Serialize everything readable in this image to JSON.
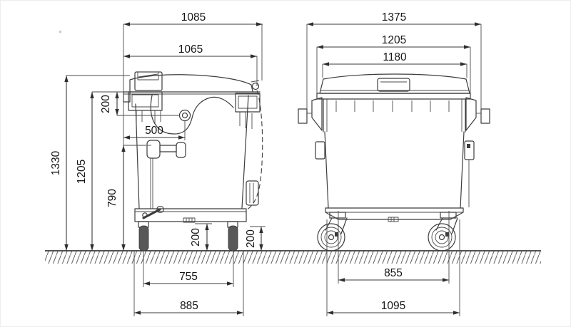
{
  "drawing": {
    "subject": "four-wheeled waste container, dimensioned two-view technical drawing",
    "units_implied": "mm",
    "side_view": {
      "dims": {
        "overall_width": "1085",
        "rim_width": "1065",
        "lid_to_pivot": "200",
        "pivot_offset": "500",
        "overall_height": "1330",
        "rim_height": "1205",
        "handle_height": "790",
        "front_wheel_dia": "200",
        "rear_wheel_dia": "200",
        "wheelbase": "755",
        "base_length": "885"
      }
    },
    "front_view": {
      "dims": {
        "overall_width": "1375",
        "body_width": "1205",
        "lid_width": "1180",
        "wheel_track": "855",
        "base_width": "1095"
      }
    },
    "line_color": "#3c3c3c",
    "background": "#ffffff"
  }
}
